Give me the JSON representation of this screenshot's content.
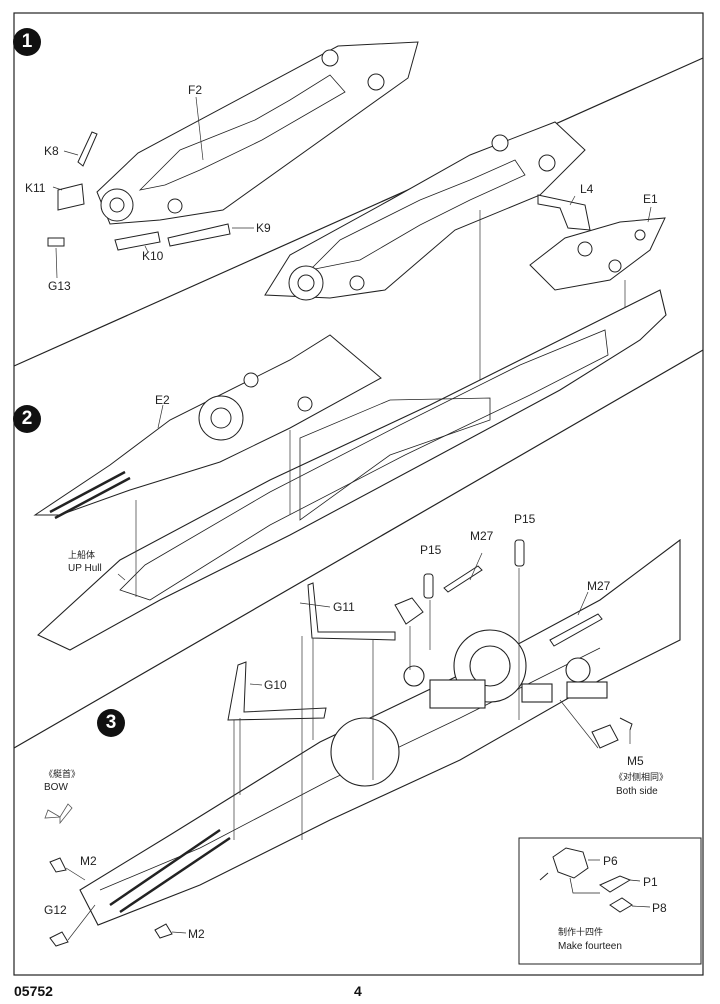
{
  "steps": [
    "1",
    "2",
    "3"
  ],
  "step1": {
    "labels": {
      "F2": "F2",
      "K8": "K8",
      "K11": "K11",
      "K9": "K9",
      "K10": "K10",
      "G13": "G13",
      "L4": "L4",
      "E1": "E1"
    }
  },
  "step2": {
    "labels": {
      "E2": "E2",
      "up_hull_cn": "上船体",
      "up_hull": "UP Hull"
    }
  },
  "step3": {
    "labels": {
      "P15a": "P15",
      "M27a": "M27",
      "P15b": "P15",
      "G11": "G11",
      "M27b": "M27",
      "G10": "G10",
      "bow_cn": "《艇首》",
      "bow": "BOW",
      "M5": "M5",
      "both_side_cn": "《对侧相同》",
      "both_side": "Both side",
      "M2a": "M2",
      "G12": "G12",
      "M2b": "M2"
    },
    "subassembly": {
      "P6": "P6",
      "P1": "P1",
      "P8": "P8",
      "make_cn": "制作十四件",
      "make": "Make fourteen"
    }
  },
  "footer": {
    "code": "05752",
    "page": "4"
  }
}
